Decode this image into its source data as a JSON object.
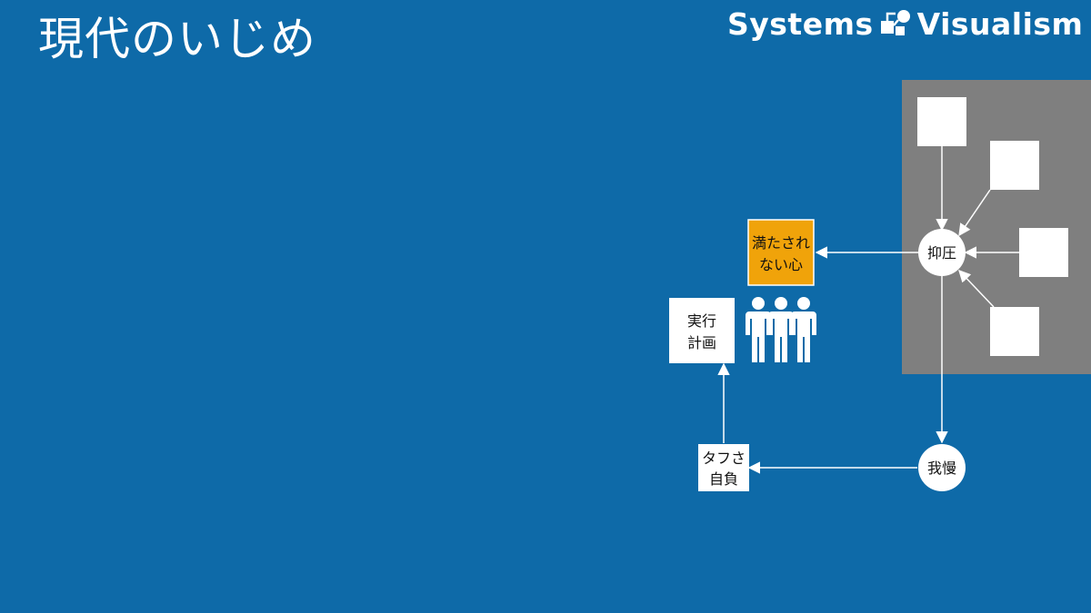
{
  "slide": {
    "title": "現代のいじめ"
  },
  "brand": {
    "word_left": "Systems",
    "word_right": "Visualism",
    "logo_icon": "systems-visualism-logo-icon"
  },
  "colors": {
    "background": "#0e6aa8",
    "panel": "#7f7f7f",
    "highlight": "#f0a30a",
    "node": "#ffffff",
    "arrow": "#ffffff"
  },
  "diagram": {
    "nodes": {
      "suppression": "抑圧",
      "endurance": "我慢",
      "unfulfilled_line1": "満たされ",
      "unfulfilled_line2": "ない心",
      "toughness_line1": "タフさ",
      "toughness_line2": "自負",
      "plan_line1": "実行",
      "plan_line2": "計画"
    },
    "people_icon": "group-of-people-icon"
  }
}
